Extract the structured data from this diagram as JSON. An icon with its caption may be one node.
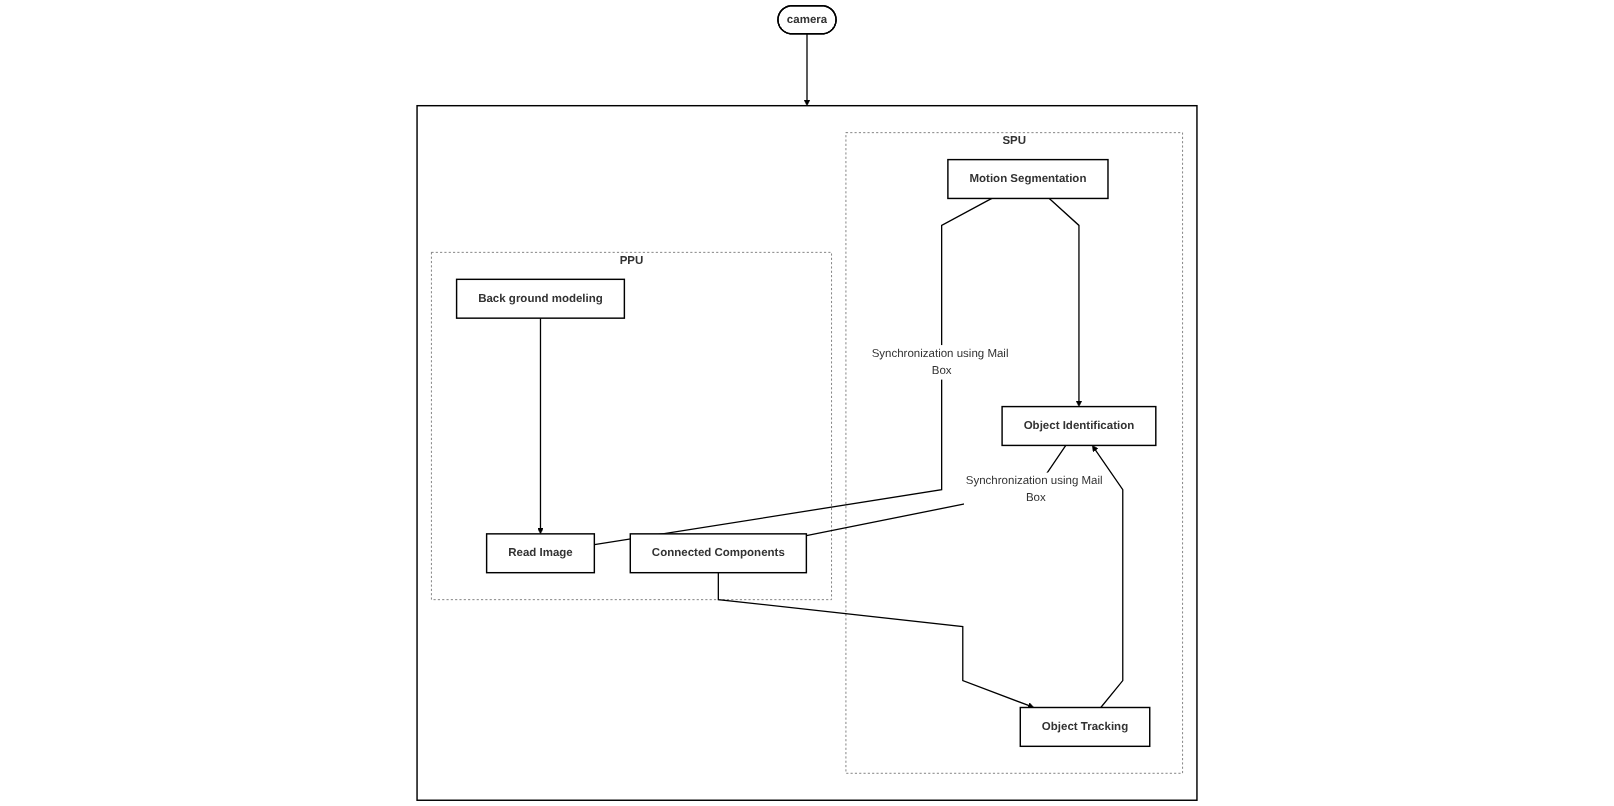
{
  "diagram": {
    "nodes": [
      {
        "text": [
          "camera"
        ]
      },
      {
        "text": [],
        "shape": "box"
      },
      {
        "text": [
          "PPU"
        ],
        "in": 1
      },
      {
        "text": [
          "Back ground modeling"
        ],
        "in": 2
      },
      {
        "text": [
          "Read Image"
        ],
        "in": 2
      },
      {
        "text": [
          "Connected Components"
        ],
        "in": 2
      },
      {
        "text": [
          "SPU"
        ],
        "in": 1
      },
      {
        "text": [
          "Motion Segmentation"
        ],
        "in": 6
      },
      {
        "text": [
          "Object Identification"
        ],
        "in": 6
      },
      {
        "text": [
          "Object Tracking"
        ],
        "in": 6
      }
    ],
    "edges": [
      {
        "from": 0,
        "to": 1,
        "arrow": "to"
      },
      {
        "from": 3,
        "to": 4,
        "arrow": "to"
      },
      {
        "from": 7,
        "to": 4,
        "arrow": "none",
        "label": "Synchronization using Mail Box"
      },
      {
        "from": 7,
        "to": 8,
        "arrow": "to"
      },
      {
        "from": 8,
        "to": 5,
        "arrow": "none",
        "label": "Synchronization using Mail Box"
      },
      {
        "from": 5,
        "to": 9,
        "arrow": "to"
      },
      {
        "from": 9,
        "to": 8,
        "arrow": "to"
      }
    ]
  }
}
